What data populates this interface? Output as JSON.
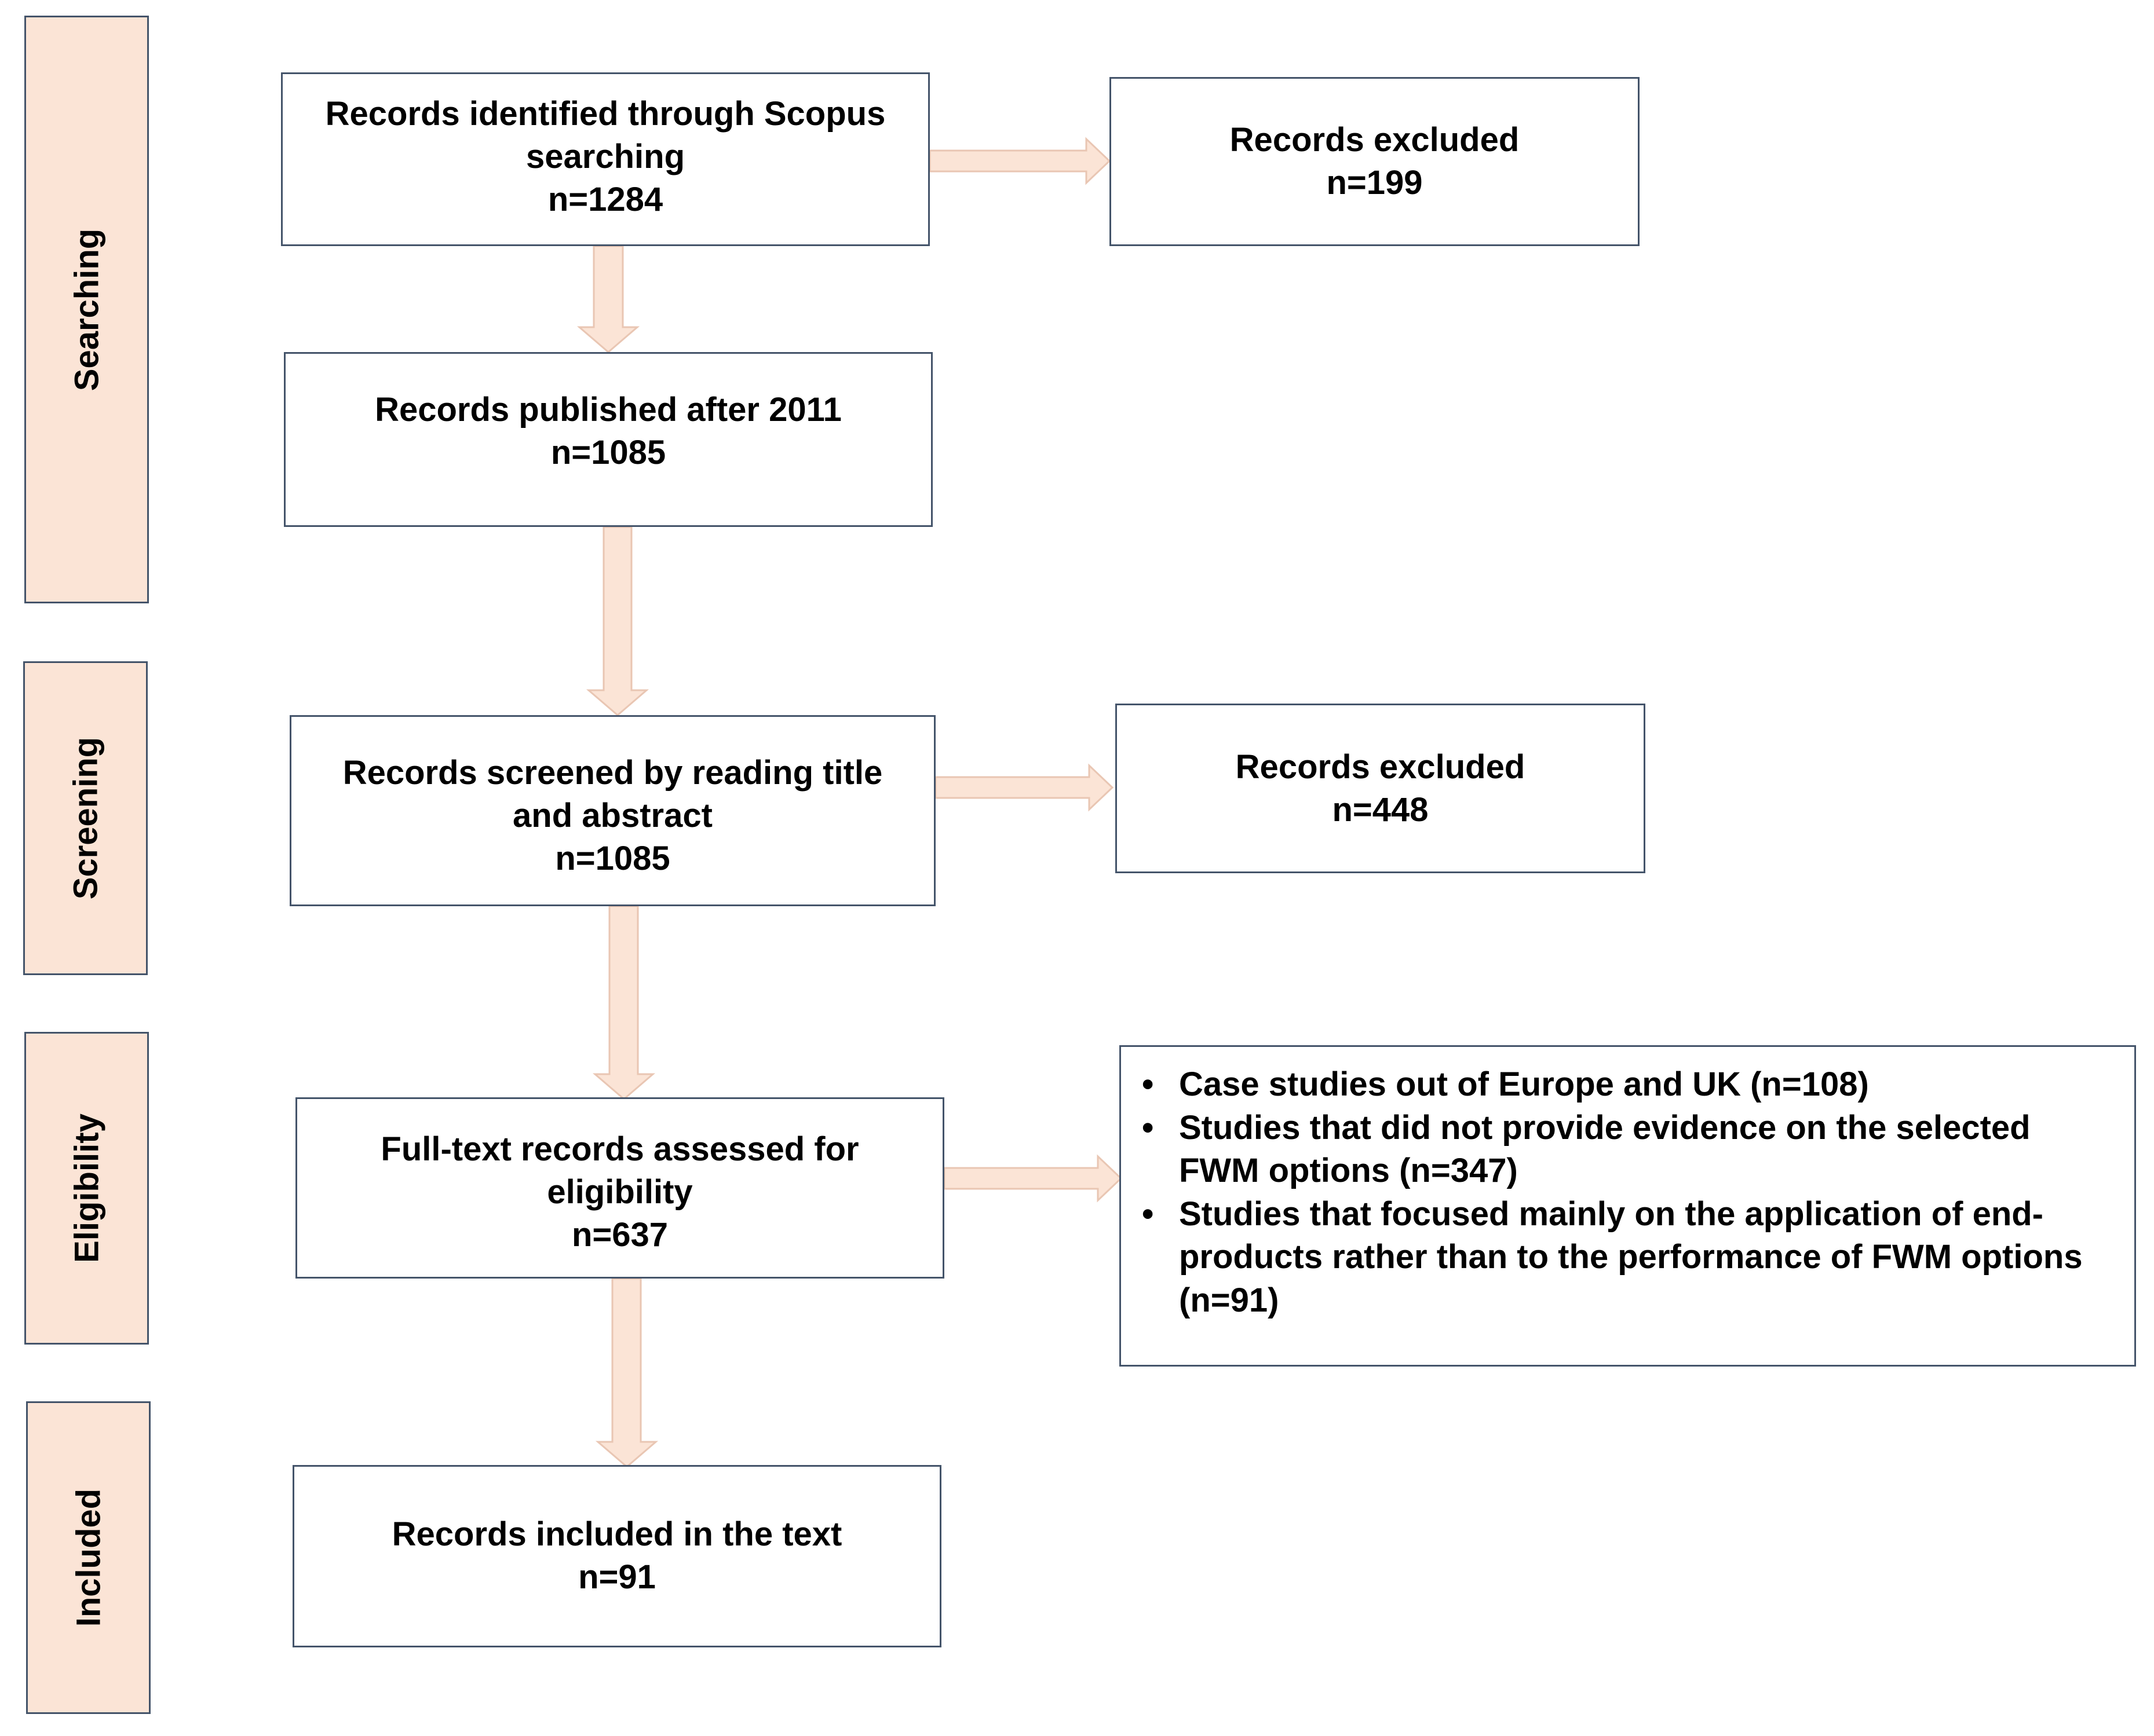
{
  "phases": [
    {
      "id": "searching",
      "label": "Searching"
    },
    {
      "id": "screening",
      "label": "Screening"
    },
    {
      "id": "eligibility",
      "label": "Eligibility"
    },
    {
      "id": "included",
      "label": "Included"
    }
  ],
  "boxes": {
    "identified": {
      "lines": [
        "Records identified through Scopus",
        "searching",
        "n=1284"
      ]
    },
    "excluded_1": {
      "lines": [
        "Records excluded",
        "n=199"
      ]
    },
    "published": {
      "lines": [
        "Records published after 2011",
        "n=1085"
      ]
    },
    "screened": {
      "lines": [
        "Records screened by reading title",
        "and abstract",
        "n=1085"
      ]
    },
    "excluded_2": {
      "lines": [
        "Records excluded",
        "n=448"
      ]
    },
    "fulltext": {
      "lines": [
        "Full-text records assessed for",
        "eligibility",
        "n=637"
      ]
    },
    "included": {
      "lines": [
        "Records included in the text",
        "n=91"
      ]
    }
  },
  "exclusion_reasons": [
    "Case studies out of Europe and UK (n=108)",
    "Studies that did not provide evidence on the selected FWM options (n=347)",
    "Studies that focused mainly on the application of end-products rather than to the performance of FWM options (n=91)"
  ],
  "colors": {
    "phase_fill": "#fbe4d6",
    "arrow_fill": "#fbe4d6",
    "arrow_stroke": "#e9c6b3",
    "border": "#44546a"
  }
}
